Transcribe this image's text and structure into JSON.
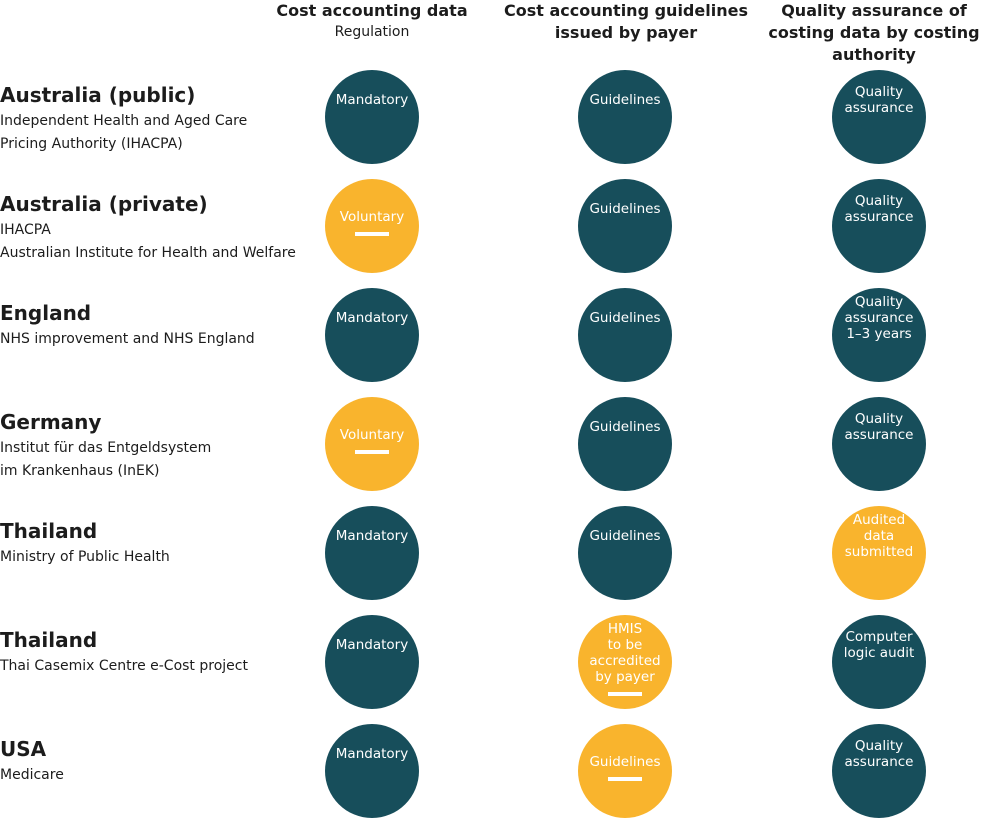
{
  "headers": [
    {
      "title": "Cost accounting data",
      "subtitle": "Regulation"
    },
    {
      "title": "Cost accounting guidelines issued by payer",
      "subtitle": ""
    },
    {
      "title": "Quality assurance of costing data by costing authority",
      "subtitle": ""
    }
  ],
  "colors": {
    "dark": "#174e5b",
    "amber": "#f9b42d"
  },
  "rows": [
    {
      "country": "Australia (public)",
      "org": [
        "Independent Health and Aged Care",
        "Pricing Authority (IHACPA)"
      ],
      "cells": [
        {
          "text": [
            "Mandatory"
          ],
          "color": "dark",
          "bar": false
        },
        {
          "text": [
            "Guidelines"
          ],
          "color": "dark",
          "bar": false
        },
        {
          "text": [
            "Quality",
            "assurance"
          ],
          "color": "dark",
          "bar": false
        }
      ]
    },
    {
      "country": "Australia (private)",
      "org": [
        "IHACPA",
        "Australian Institute for Health and Welfare"
      ],
      "cells": [
        {
          "text": [
            "Voluntary"
          ],
          "color": "amber",
          "bar": true
        },
        {
          "text": [
            "Guidelines"
          ],
          "color": "dark",
          "bar": false
        },
        {
          "text": [
            "Quality",
            "assurance"
          ],
          "color": "dark",
          "bar": false
        }
      ]
    },
    {
      "country": "England",
      "org": [
        "NHS improvement and NHS England"
      ],
      "cells": [
        {
          "text": [
            "Mandatory"
          ],
          "color": "dark",
          "bar": false
        },
        {
          "text": [
            "Guidelines"
          ],
          "color": "dark",
          "bar": false
        },
        {
          "text": [
            "Quality",
            "assurance",
            "1–3 years"
          ],
          "color": "dark",
          "bar": false
        }
      ]
    },
    {
      "country": "Germany",
      "org": [
        "Institut für das Entgeldsystem",
        "im Krankenhaus (InEK)"
      ],
      "cells": [
        {
          "text": [
            "Voluntary"
          ],
          "color": "amber",
          "bar": true
        },
        {
          "text": [
            "Guidelines"
          ],
          "color": "dark",
          "bar": false
        },
        {
          "text": [
            "Quality",
            "assurance"
          ],
          "color": "dark",
          "bar": false
        }
      ]
    },
    {
      "country": "Thailand",
      "org": [
        "Ministry of Public Health"
      ],
      "cells": [
        {
          "text": [
            "Mandatory"
          ],
          "color": "dark",
          "bar": false
        },
        {
          "text": [
            "Guidelines"
          ],
          "color": "dark",
          "bar": false
        },
        {
          "text": [
            "Audited",
            "data",
            "submitted"
          ],
          "color": "amber",
          "bar": false
        }
      ]
    },
    {
      "country": "Thailand",
      "org": [
        "Thai Casemix Centre e-Cost project"
      ],
      "cells": [
        {
          "text": [
            "Mandatory"
          ],
          "color": "dark",
          "bar": false
        },
        {
          "text": [
            "HMIS",
            "to be",
            "accredited",
            "by payer"
          ],
          "color": "amber",
          "bar": true
        },
        {
          "text": [
            "Computer",
            "logic audit"
          ],
          "color": "dark",
          "bar": false
        }
      ]
    },
    {
      "country": "USA",
      "org": [
        "Medicare"
      ],
      "cells": [
        {
          "text": [
            "Mandatory"
          ],
          "color": "dark",
          "bar": false
        },
        {
          "text": [
            "Guidelines"
          ],
          "color": "amber",
          "bar": true
        },
        {
          "text": [
            "Quality",
            "assurance"
          ],
          "color": "dark",
          "bar": false
        }
      ]
    }
  ]
}
